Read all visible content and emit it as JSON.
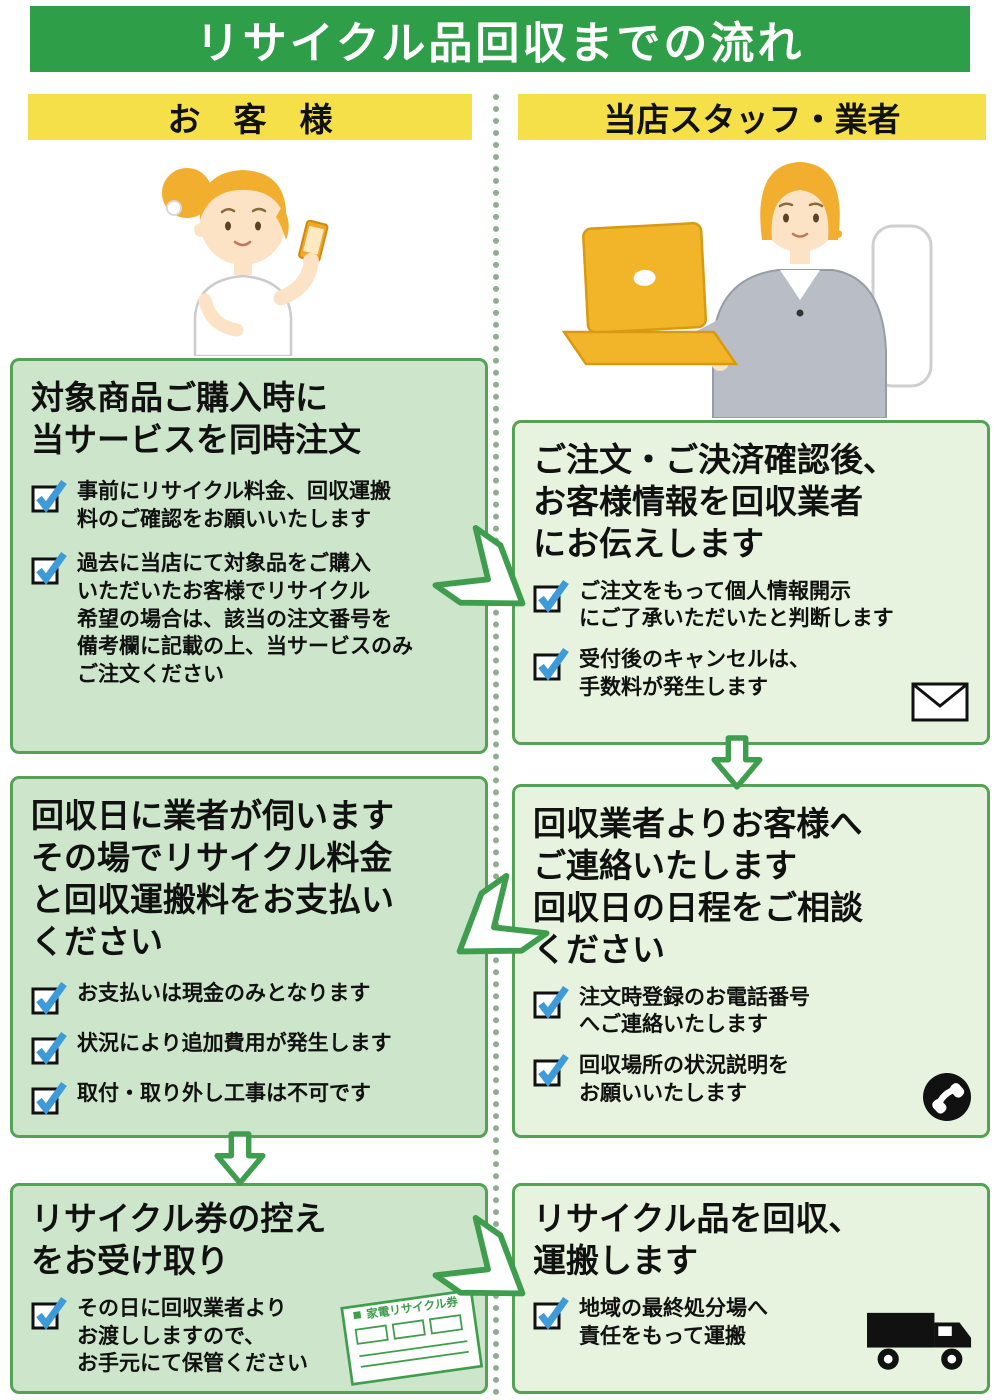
{
  "page_title": "リサイクル品回収までの流れ",
  "columns": {
    "customer_header": "お　客　様",
    "staff_header": "当店スタッフ・業者"
  },
  "customer": {
    "step1": {
      "title": "対象商品ご購入時に\n当サービスを同時注文",
      "items": [
        "事前にリサイクル料金、回収運搬\n料のご確認をお願いいたします",
        "過去に当店にて対象品をご購入\nいただいたお客様でリサイクル\n希望の場合は、該当の注文番号を\n備考欄に記載の上、当サービスのみ\nご注文ください"
      ]
    },
    "step2": {
      "title": "回収日に業者が伺います\nその場でリサイクル料金\nと回収運搬料をお支払い\nください",
      "items": [
        "お支払いは現金のみとなります",
        "状況により追加費用が発生します",
        "取付・取り外し工事は不可です"
      ]
    },
    "step3": {
      "title": "リサイクル券の控え\nをお受け取り",
      "items": [
        "その日に回収業者より\nお渡ししますので、\nお手元にて保管ください"
      ],
      "ticket_label": "家電リサイクル券"
    }
  },
  "staff": {
    "step1": {
      "title": "ご注文・ご決済確認後、\nお客様情報を回収業者\nにお伝えします",
      "items": [
        "ご注文をもって個人情報開示\nにご了承いただいたと判断します",
        "受付後のキャンセルは、\n手数料が発生します"
      ]
    },
    "step2": {
      "title": "回収業者よりお客様へ\nご連絡いたします\n回収日の日程をご相談\nください",
      "items": [
        "注文時登録のお電話番号\nへご連絡いたします",
        "回収場所の状況説明を\nお願いいたします"
      ]
    },
    "step3": {
      "title": "リサイクル品を回収、\n運搬します",
      "items": [
        "地域の最終処分場へ\n責任をもって運搬"
      ]
    }
  },
  "icons": {
    "checkbox": "check-icon",
    "envelope": "envelope-icon",
    "phone": "phone-icon",
    "truck": "truck-icon",
    "ticket": "recycle-ticket",
    "arrow_down": "arrow-down-icon",
    "arrow_diagonal": "arrow-diagonal-icon"
  },
  "colors": {
    "header_green": "#2f9e48",
    "accent_yellow": "#f6e04a",
    "box_border": "#55a155",
    "left_box_bg": "#cde5cb",
    "right_box_bg": "#e7f3de",
    "check_blue": "#3d9bd9",
    "arrow_green": "#3f9e4d"
  }
}
